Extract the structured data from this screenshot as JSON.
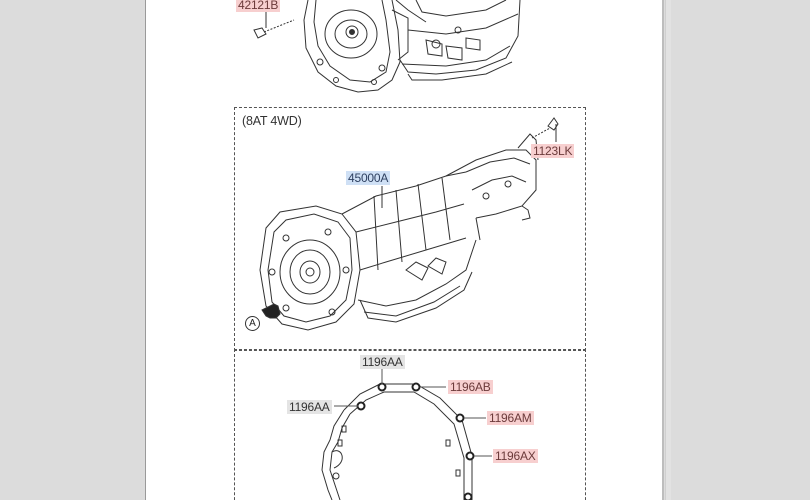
{
  "document": {
    "type": "parts-catalog-diagram",
    "sections": [
      {
        "id": "top-assembly",
        "labels": [
          {
            "code": "42121B",
            "style": "red"
          }
        ]
      },
      {
        "id": "8at-4wd-assembly",
        "title": "(8AT 4WD)",
        "labels": [
          {
            "code": "45000A",
            "style": "blue"
          },
          {
            "code": "1123LK",
            "style": "red"
          }
        ],
        "view_callout": "A"
      },
      {
        "id": "housing-bolts",
        "labels": [
          {
            "code": "1196AA",
            "style": "gray"
          },
          {
            "code": "1196AA",
            "style": "gray"
          },
          {
            "code": "1196AB",
            "style": "red"
          },
          {
            "code": "1196AM",
            "style": "red"
          },
          {
            "code": "1196AX",
            "style": "red"
          }
        ]
      }
    ]
  },
  "colors": {
    "background": "#dcdcdc",
    "page": "#ffffff",
    "highlight_red": "#f7cfcf",
    "highlight_blue": "#cfe0f5",
    "highlight_gray": "#e4e4e4"
  }
}
